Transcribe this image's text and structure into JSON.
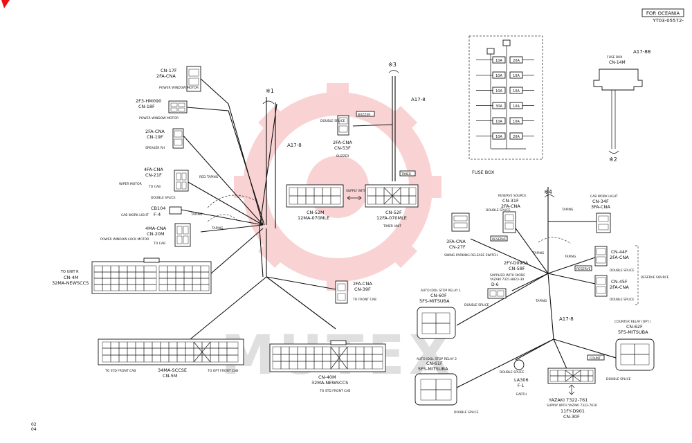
{
  "header": {
    "region": "FOR OCEANIA",
    "doc_number": "YT03-05572-"
  },
  "page_numbers": [
    "02",
    "04"
  ],
  "watermark": {
    "text": "MUTEX",
    "color": "#e83a3a"
  },
  "harness_labels": {
    "a17_8_top": "A17-8",
    "a17_8_mid": "A17-8",
    "a17_8_fusebox": "A17-8B",
    "a17_8_bottom": "A17-8",
    "mark_1": "※1",
    "mark_2": "※2",
    "mark_3": "※3",
    "mark_4": "※4"
  },
  "connectors": {
    "cn17f": {
      "line1": "CN-17F",
      "line2": "2FA-CNA",
      "desc": "POWER WINDOW MOTOR"
    },
    "cn18f": {
      "line1": "2F3-HM090",
      "line2": "CN-18F",
      "desc": "POWER WINDOW MOTOR"
    },
    "cn19f": {
      "line1": "2FA-CNA",
      "line2": "CN-19F",
      "desc": "SPEAKER RH"
    },
    "cn21f": {
      "line1": "4FA-CNA",
      "line2": "CN-21F",
      "desc": "WIPER MOTOR",
      "sub": "TO CAB"
    },
    "cb104": {
      "line1": "CB104",
      "line2": "F-4",
      "desc": "CAB WORK LIGHT"
    },
    "cn20m": {
      "line1": "4MA-CNA",
      "line2": "CN-20M",
      "desc": "POWER WINDOW LOCK MOTOR",
      "sub": "TO CAB"
    },
    "cn4m": {
      "line1": "TO UNIT R",
      "line2": "CN-4M",
      "line3": "32MA-NEWSCCS"
    },
    "cn52m": {
      "line1": "CN-52M",
      "line2": "12MA-070MLE"
    },
    "cn52f": {
      "line1": "CN-52F",
      "line2": "12FA-070MLE",
      "desc": "TIMER UNIT"
    },
    "cn53f": {
      "line1": "2FA-CNA",
      "line2": "CN-53F",
      "desc": "BUZZER"
    },
    "cn39f": {
      "line1": "2FA-CNA",
      "line2": "CN-39F",
      "desc": "TO FRONT CAB"
    },
    "cn5m": {
      "line1": "34MA-SCCSE",
      "line2": "CN-5M",
      "left": "TO STD FRONT CAB",
      "right": "TO OPT FRONT CAB"
    },
    "cn40m": {
      "line1": "CN-40M",
      "line2": "32MA-NEWSCCS",
      "desc": "TO STD FRONT CAB"
    },
    "cn27f": {
      "line1": "3FA-CNA",
      "line2": "CN-27F",
      "desc": "SWING PARKING RELEASE SWITCH"
    },
    "cn31f": {
      "line1": "RESERVE SOURCE",
      "line2": "CN-31F",
      "line3": "2FA-CNA"
    },
    "cn34f": {
      "line1": "CAB WORK LIGHT",
      "line2": "CN-34F",
      "line3": "3FA-CNA"
    },
    "cn44f": {
      "line1": "CN-44F",
      "line2": "2FA-CNA"
    },
    "cn45f": {
      "line1": "CN-45F",
      "line2": "2FA-CNA"
    },
    "reserve_source": "RESERVE SOURCE",
    "cn58f": {
      "line1": "2FY-D090A",
      "line2": "CN-58F"
    },
    "diode": {
      "line1": "SUPPLIED WITH DIODE",
      "line2": "YAZAKI 7321-8823-30",
      "line3": "D-6"
    },
    "cn60f": {
      "line1": "AUTO IDOL STOP RELAY 1",
      "line2": "CN-60F",
      "line3": "5FS-MITSUBA"
    },
    "cn61f": {
      "line1": "AUTO IDOL STOP RELAY 2",
      "line2": "CN-61F",
      "line3": "5FS-MITSUBA"
    },
    "cn62f": {
      "line1": "COUNTER RELAY (OPT.)",
      "line2": "CN-62F",
      "line3": "5FS-MITSUBA"
    },
    "la306": {
      "line1": "LA306",
      "line2": "F-1",
      "desc": "EARTH"
    },
    "cn30f": {
      "line1": "YAZAKI 7322-761",
      "line2": "SUPPLY WITH YAZAKI 7322-7616",
      "line3": "11FY-D901",
      "line4": "CN-30F"
    },
    "cn14m": {
      "line1": "FUSE BOX",
      "line2": "CN-14M"
    }
  },
  "splices": {
    "double_splice": "DOUBLE SPLICE",
    "red_taping": "RED TAPING",
    "taping": "TAPING",
    "buzzer_tag": "BUZZER",
    "timer_tag": "TIMER",
    "supply_with": "SUPPLY WITH",
    "reserve_tag": "RESERVE",
    "count_tag": "COUNT"
  },
  "fuse_box": {
    "caption": "FUSE BOX",
    "ratings": [
      "10A",
      "10A",
      "10A",
      "30A",
      "10A",
      "10A",
      "20A",
      "10A",
      "10A",
      "10A",
      "10A",
      "20A"
    ]
  }
}
